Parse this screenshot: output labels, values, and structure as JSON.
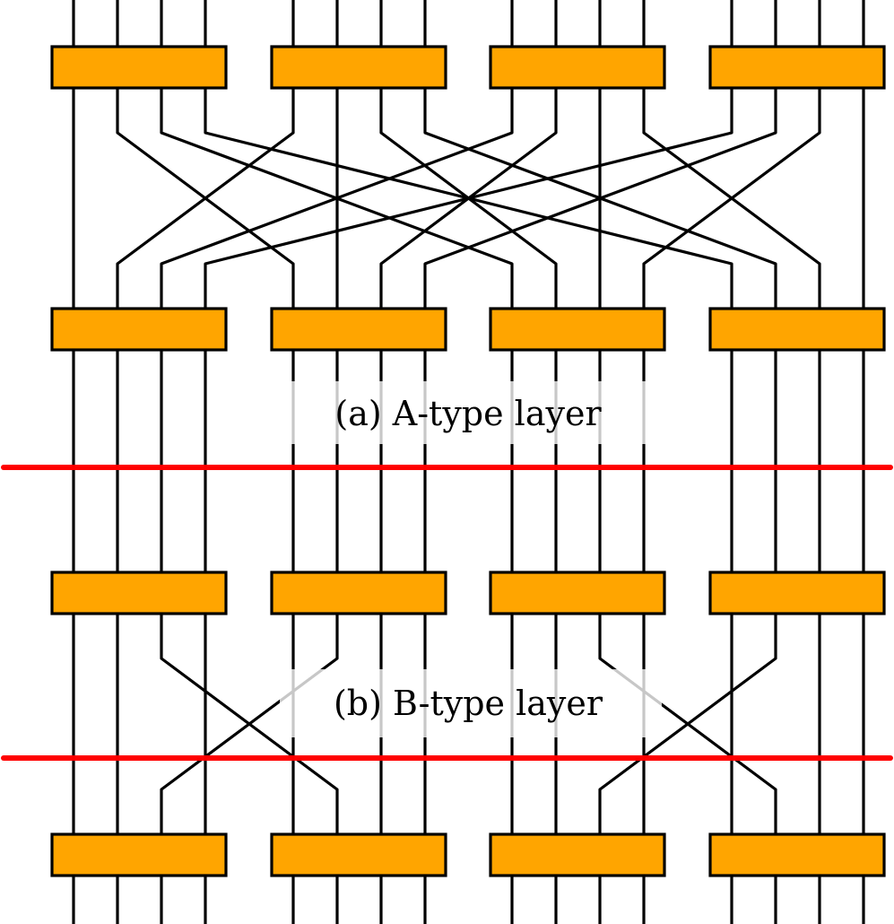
{
  "labels": {
    "a_type": "(a) A-type layer",
    "b_type": "(b) B-type layer"
  },
  "colors": {
    "block": "#FFA500",
    "wire": "#000000",
    "divider": "#FF0000"
  },
  "structure": {
    "groups": 4,
    "wires_per_group": 4,
    "a_type_connection": "full shuffle: group g, wire w -> group w, wire g",
    "b_type_connection": "neighbor exchange between adjacent groups"
  }
}
